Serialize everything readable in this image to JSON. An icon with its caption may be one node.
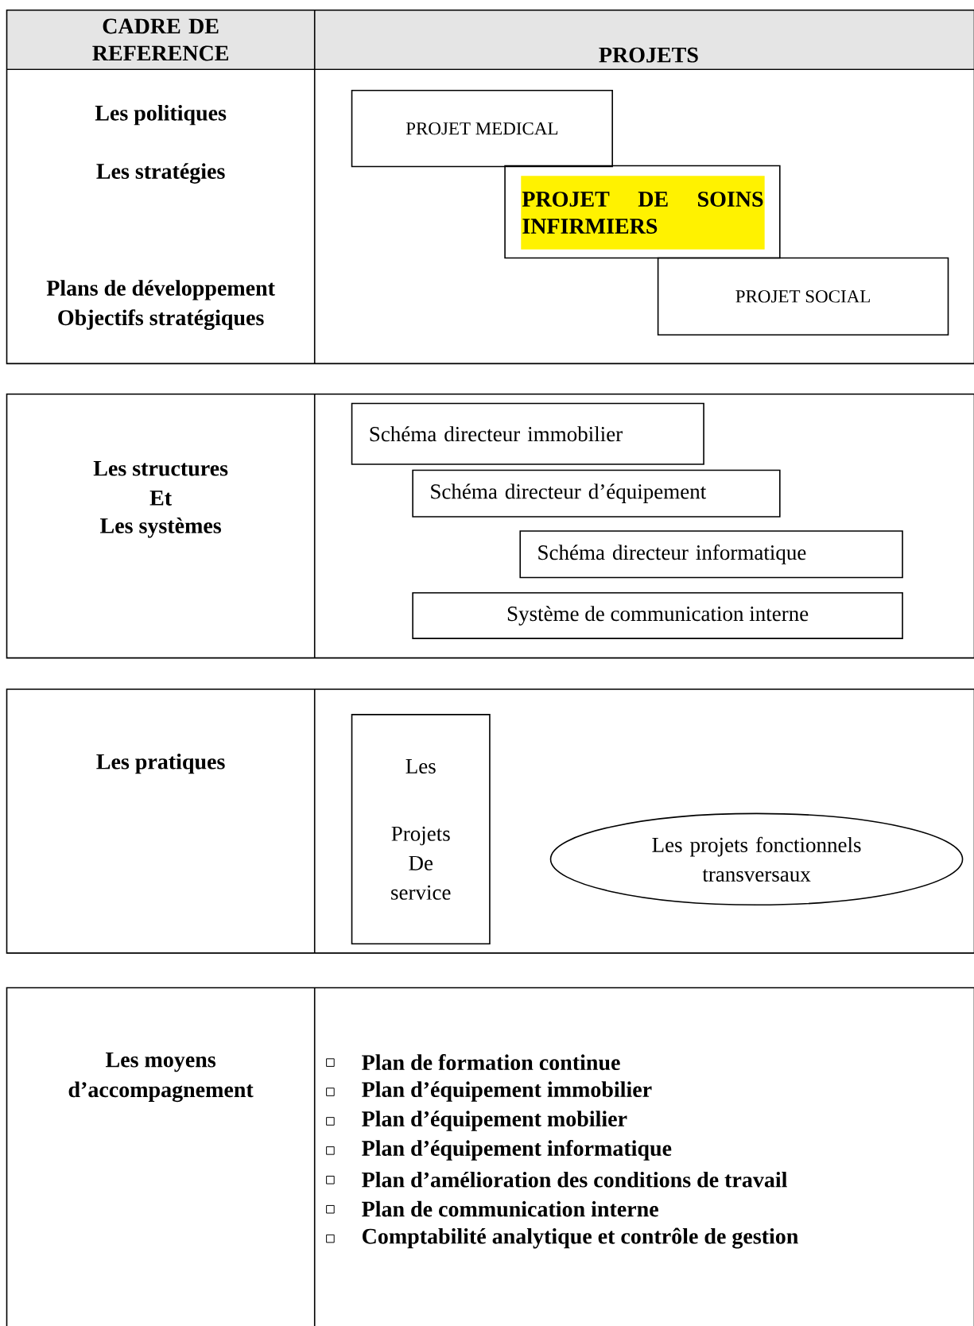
{
  "diagram": {
    "nodes": [
      {
        "text": [
          "PROJET MEDICAL"
        ]
      },
      {
        "text": [
          "PROJET DE SOINS INFIRMIERS"
        ]
      },
      {
        "text": [
          "PROJET SOCIAL"
        ]
      },
      {
        "text": [
          "Schéma directeur immobilier"
        ]
      },
      {
        "text": [
          "Schéma directeur d’équipement"
        ]
      },
      {
        "text": [
          "Schéma directeur informatique"
        ]
      },
      {
        "text": [
          "Système de communication interne"
        ]
      },
      {
        "text": [
          "Les Projets De service"
        ]
      },
      {
        "text": [
          "Les projets fonctionnels transversaux"
        ]
      }
    ],
    "labels": [
      "CADRE DE REFERENCE",
      "PROJETS",
      "Les politiques",
      "Les stratégies",
      "Plans de développement",
      "Objectifs stratégiques",
      "Les structures",
      "Et",
      "Les systèmes",
      "Les pratiques",
      "Les moyens",
      "d’accompagnement",
      "Plan de formation continue",
      "Plan d’équipement immobilier",
      "Plan d’équipement mobilier",
      "Plan d’équipement informatique",
      "Plan d’amélioration des conditions de travail",
      "Plan de communication interne",
      "Comptabilité analytique et contrôle de gestion"
    ]
  }
}
